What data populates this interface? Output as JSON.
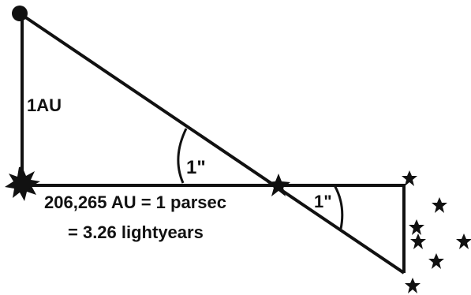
{
  "labels": {
    "baseline": "1AU",
    "angle_near": "1\"",
    "angle_far": "1\"",
    "distance_line1": "206,265 AU = 1 parsec",
    "distance_line2": "= 3.26 lightyears"
  },
  "icons": {
    "sun": "sun-icon",
    "earth": "earth-dot-icon",
    "star": "star-icon"
  },
  "colors": {
    "ink": "#111111",
    "background": "#ffffff"
  }
}
